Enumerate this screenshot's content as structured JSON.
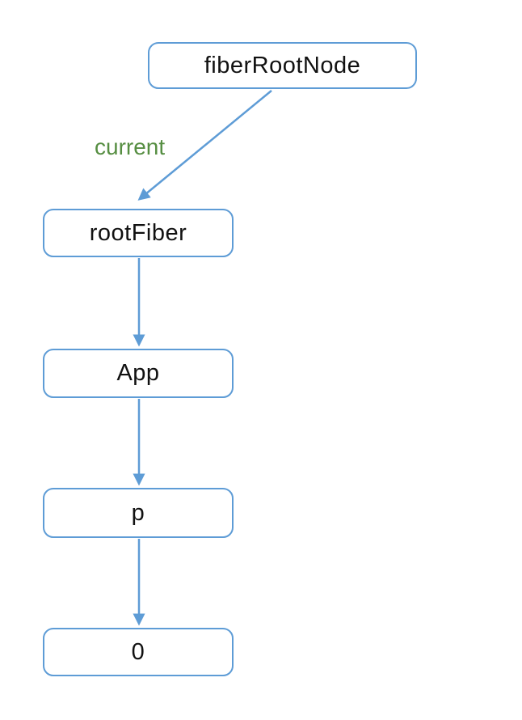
{
  "diagram": {
    "type": "tree",
    "nodes": [
      {
        "id": "fiberRootNode",
        "label": "fiberRootNode"
      },
      {
        "id": "rootFiber",
        "label": "rootFiber"
      },
      {
        "id": "App",
        "label": "App"
      },
      {
        "id": "p",
        "label": "p"
      },
      {
        "id": "0",
        "label": "0"
      }
    ],
    "edges": [
      {
        "from": "fiberRootNode",
        "to": "rootFiber",
        "label": "current"
      },
      {
        "from": "rootFiber",
        "to": "App",
        "label": ""
      },
      {
        "from": "App",
        "to": "p",
        "label": ""
      },
      {
        "from": "p",
        "to": "0",
        "label": ""
      }
    ],
    "colors": {
      "arrow": "#5E9CD6",
      "node_border": "#5E9CD6",
      "edge_label_text": "#568E42",
      "node_text": "#111111",
      "background": "#FFFFFF"
    }
  }
}
